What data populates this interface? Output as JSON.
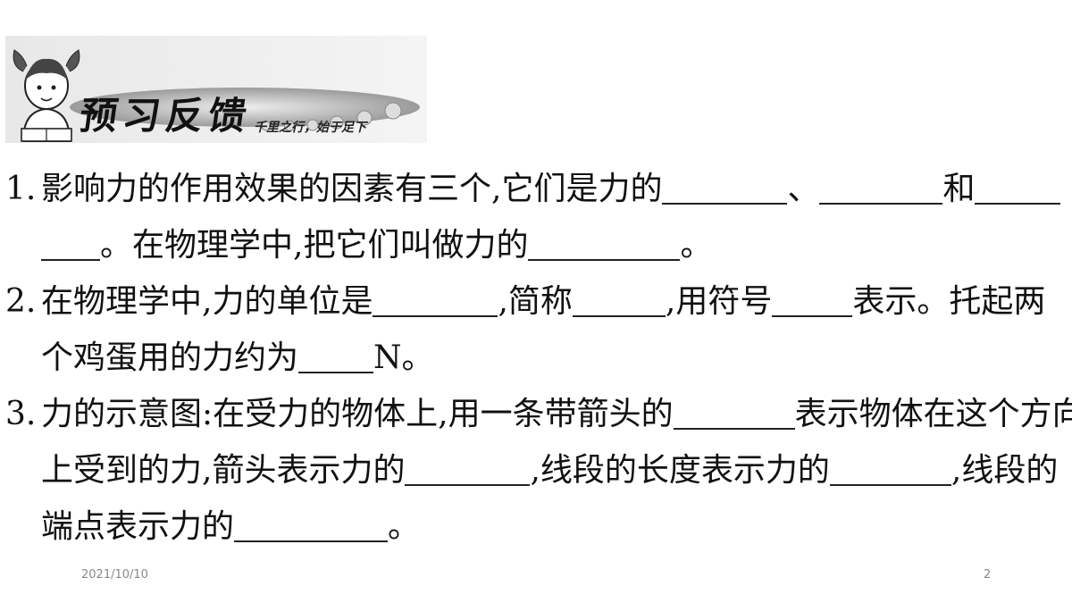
{
  "header": {
    "title": "预习反馈",
    "subtitle": "千里之行，始于足下"
  },
  "questions": [
    {
      "number": "1.",
      "lines": [
        [
          "影响力的作用效果的因素有三个,它们是力的",
          "、",
          "和"
        ],
        [
          "。在物理学中,把它们叫做力的",
          "。"
        ]
      ]
    },
    {
      "number": "2.",
      "lines": [
        [
          "在物理学中,力的单位是",
          ",简称",
          ",用符号",
          "表示。托起两"
        ],
        [
          "个鸡蛋用的力约为",
          "N。"
        ]
      ]
    },
    {
      "number": "3.",
      "lines": [
        [
          "力的示意图:在受力的物体上,用一条带箭头的",
          "表示物体在这个方向"
        ],
        [
          "上受到的力,箭头表示力的",
          ",线段的长度表示力的",
          ",线段的"
        ],
        [
          "端点表示力的",
          "。"
        ]
      ]
    }
  ],
  "footer": {
    "date": "2021/10/10",
    "page": "2"
  }
}
